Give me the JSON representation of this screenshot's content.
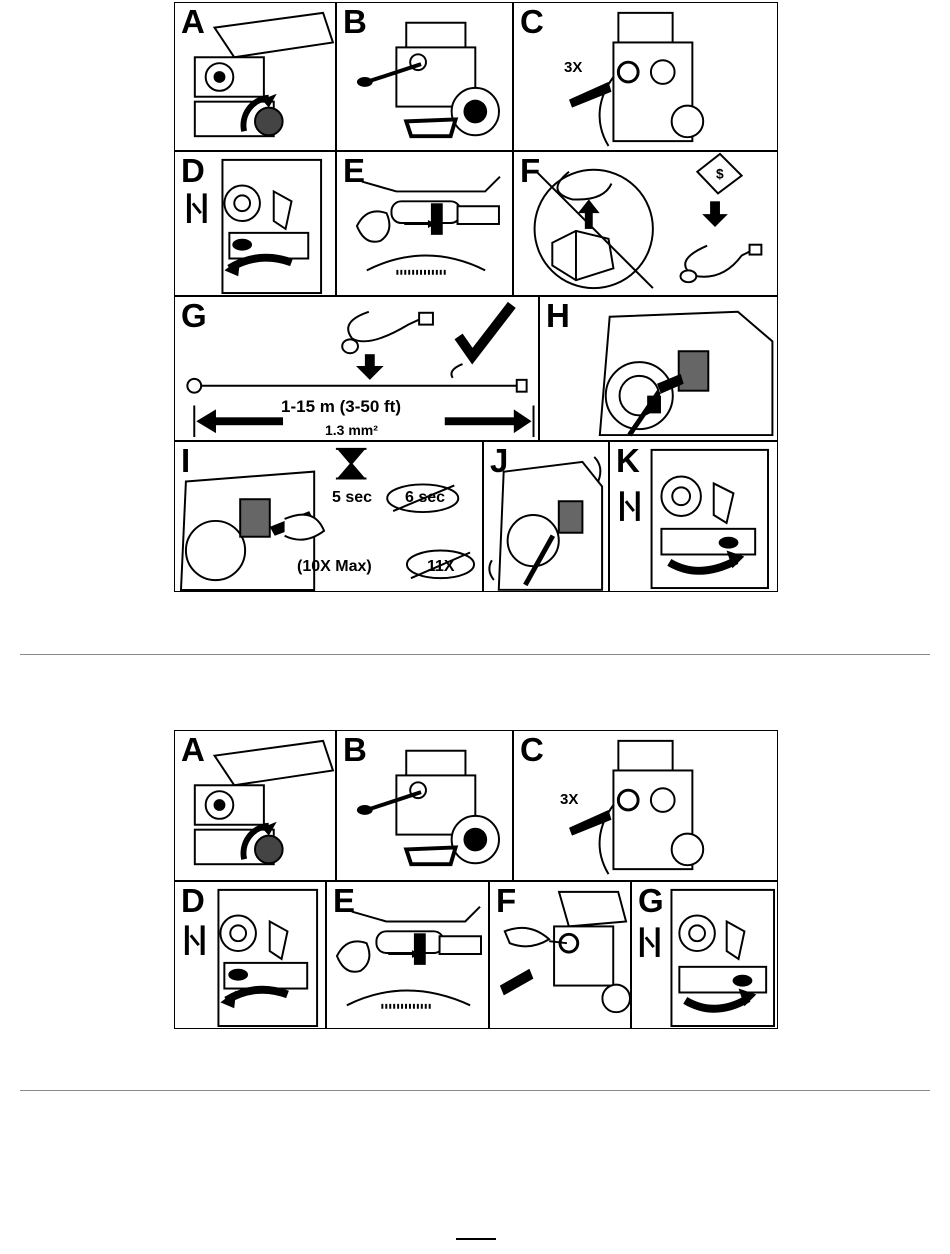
{
  "section1": {
    "panels": {
      "A": "A",
      "B": "B",
      "C": "C",
      "D": "D",
      "E": "E",
      "F": "F",
      "G": "G",
      "H": "H",
      "I": "I",
      "J": "J",
      "K": "K"
    },
    "c_text": "3X",
    "g_length": "1-15 m  (3-50 ft)",
    "g_gauge": "1.3 mm²",
    "i_time": "5 sec",
    "i_time_no": "6 sec",
    "i_count": "(10X Max)",
    "i_count_no": "11X"
  },
  "section2": {
    "panels": {
      "A": "A",
      "B": "B",
      "C": "C",
      "D": "D",
      "E": "E",
      "F": "F",
      "G": "G"
    },
    "c_text": "3X"
  }
}
